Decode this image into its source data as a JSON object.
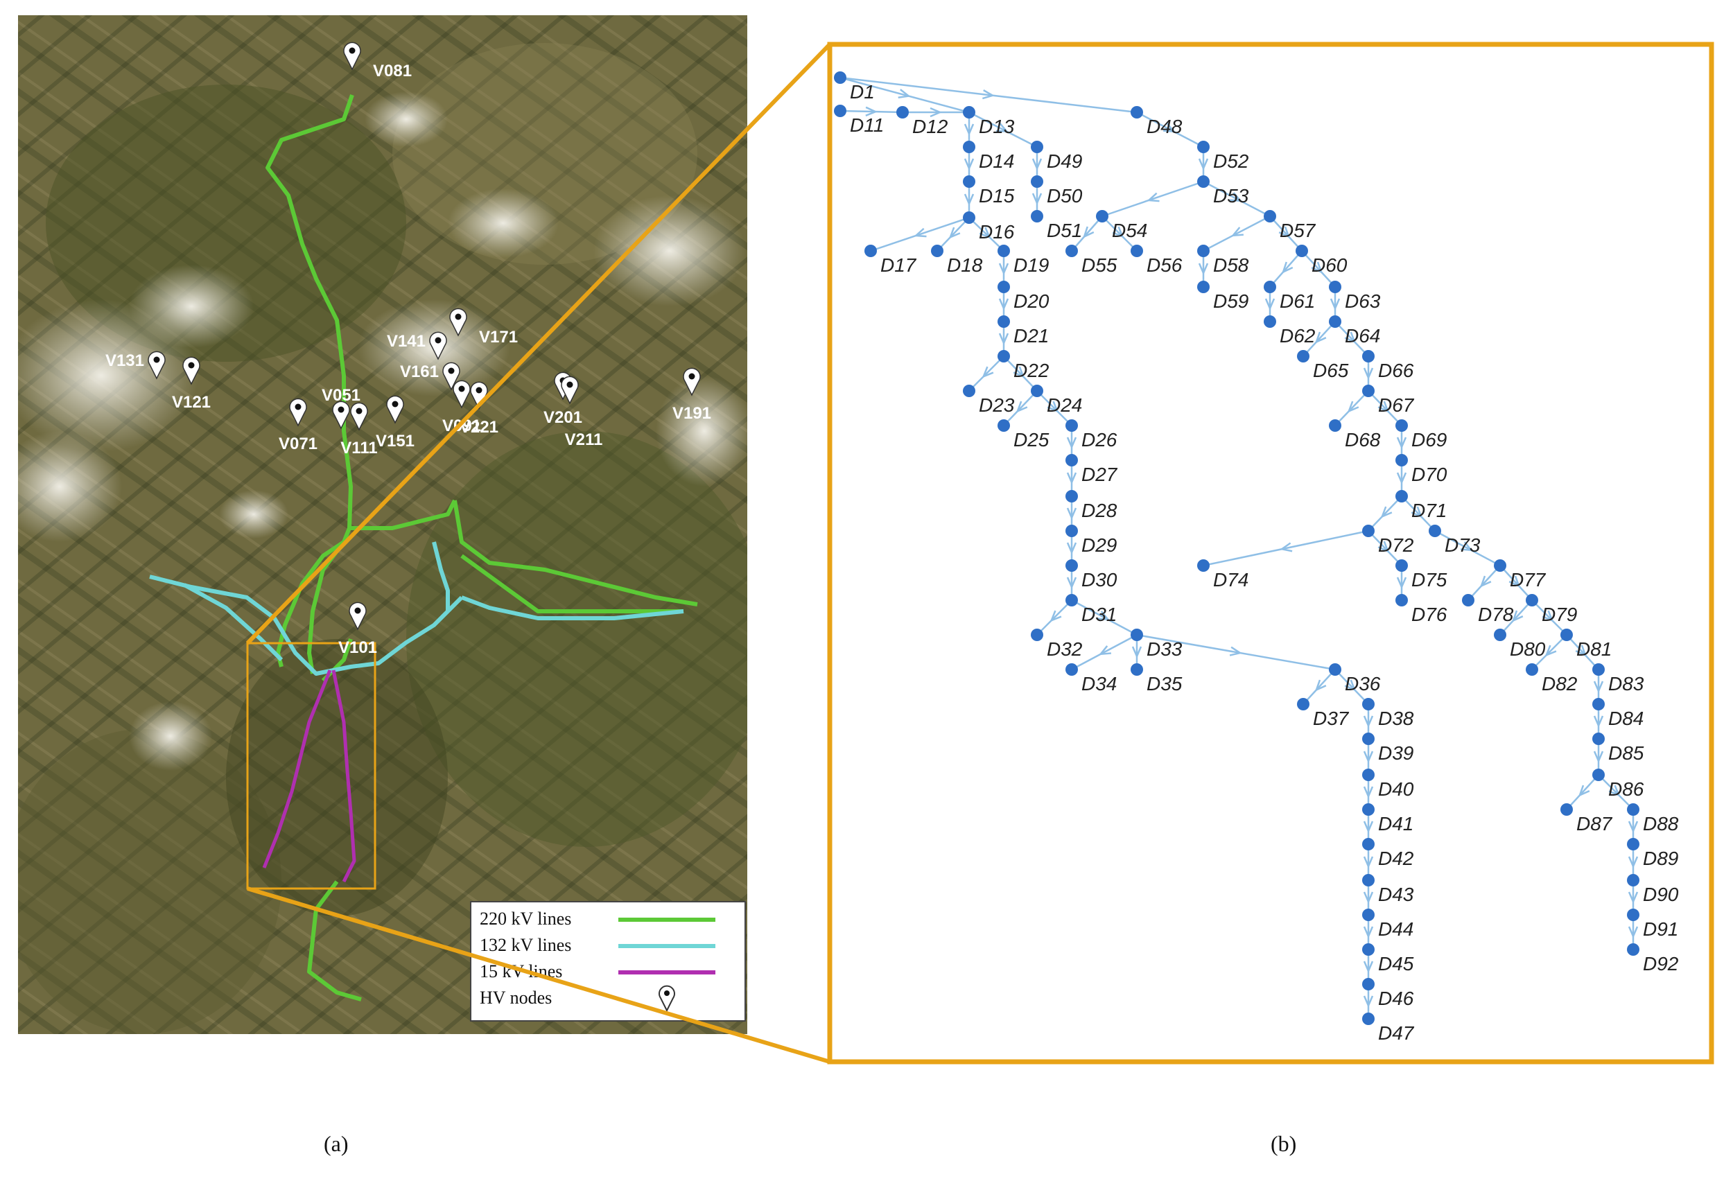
{
  "panel_a": {
    "caption": "(a)",
    "hv_nodes": [
      "V081",
      "V171",
      "V141",
      "V131",
      "V121",
      "V161",
      "V051",
      "V071",
      "V111",
      "V151",
      "V091",
      "V221",
      "V201",
      "V211",
      "V191",
      "V101"
    ],
    "legend": [
      {
        "label": "220 kV lines",
        "color": "#5cc936"
      },
      {
        "label": "132 kV lines",
        "color": "#6fd6d6"
      },
      {
        "label": "15 kV lines",
        "color": "#b02fb0"
      },
      {
        "label": "HV nodes",
        "icon": "map-pin-icon"
      }
    ],
    "zoom_box_color": "#e8a317"
  },
  "panel_b": {
    "caption": "(b)",
    "edge_color": "#8fbfe6",
    "node_color": "#2f6fc6",
    "nodes": [
      "D1",
      "D11",
      "D12",
      "D13",
      "D14",
      "D15",
      "D16",
      "D17",
      "D18",
      "D19",
      "D20",
      "D21",
      "D22",
      "D23",
      "D24",
      "D25",
      "D26",
      "D27",
      "D28",
      "D29",
      "D30",
      "D31",
      "D32",
      "D33",
      "D34",
      "D35",
      "D36",
      "D37",
      "D38",
      "D39",
      "D40",
      "D41",
      "D42",
      "D43",
      "D44",
      "D45",
      "D46",
      "D47",
      "D48",
      "D49",
      "D50",
      "D51",
      "D52",
      "D53",
      "D54",
      "D55",
      "D56",
      "D57",
      "D58",
      "D59",
      "D60",
      "D61",
      "D62",
      "D63",
      "D64",
      "D65",
      "D66",
      "D67",
      "D68",
      "D69",
      "D70",
      "D71",
      "D72",
      "D73",
      "D74",
      "D75",
      "D76",
      "D77",
      "D78",
      "D79",
      "D80",
      "D81",
      "D82",
      "D83",
      "D84",
      "D85",
      "D86",
      "D87",
      "D88",
      "D89",
      "D90",
      "D91",
      "D92"
    ]
  }
}
